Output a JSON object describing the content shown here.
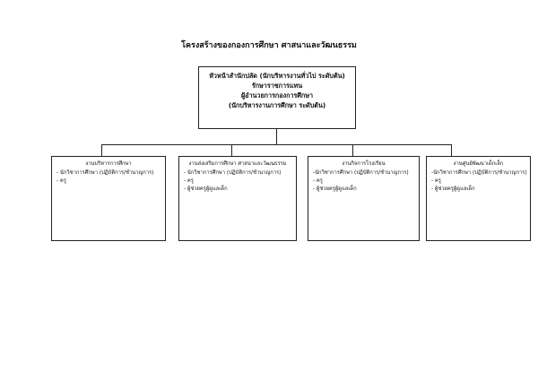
{
  "title": "โครงสร้างของกองการศึกษา  ศาสนาและวัฒนธรรม",
  "head": {
    "lines": [
      "หัวหน้าสำนักปลัด (นักบริหารงานทั่วไป ระดับต้น)",
      "รักษาราชการแทน",
      "ผู้อำนวยการกองการศึกษา",
      "(นักบริหารงานการศึกษา ระดับต้น)"
    ]
  },
  "units": [
    {
      "title": "งานบริหารการศึกษา",
      "items": [
        "- นักวิชาการศึกษา (ปฏิบัติการ/ชำนาญการ)",
        "- ครู"
      ]
    },
    {
      "title": "งานส่งเสริมการศึกษา  ศาสนาและวัฒนธรรม",
      "items": [
        "- นักวิชาการศึกษา (ปฏิบัติการ/ชำนาญการ)",
        "- ครู",
        "- ผู้ช่วยครูผู้ดูแลเด็ก"
      ]
    },
    {
      "title": "งานกิจการโรงเรียน",
      "items": [
        "-นักวิชาการศึกษา (ปฏิบัติการ/ชำนาญการ)",
        "- ครู",
        "- ผู้ช่วยครูผู้ดูแลเด็ก"
      ]
    },
    {
      "title": "งานศูนย์พัฒนาเด็กเล็ก",
      "items": [
        "-นักวิชาการศึกษา (ปฏิบัติการ/ชำนาญการ)",
        "- ครู",
        "- ผู้ช่วยครูผู้ดูแลเด็ก"
      ]
    }
  ]
}
